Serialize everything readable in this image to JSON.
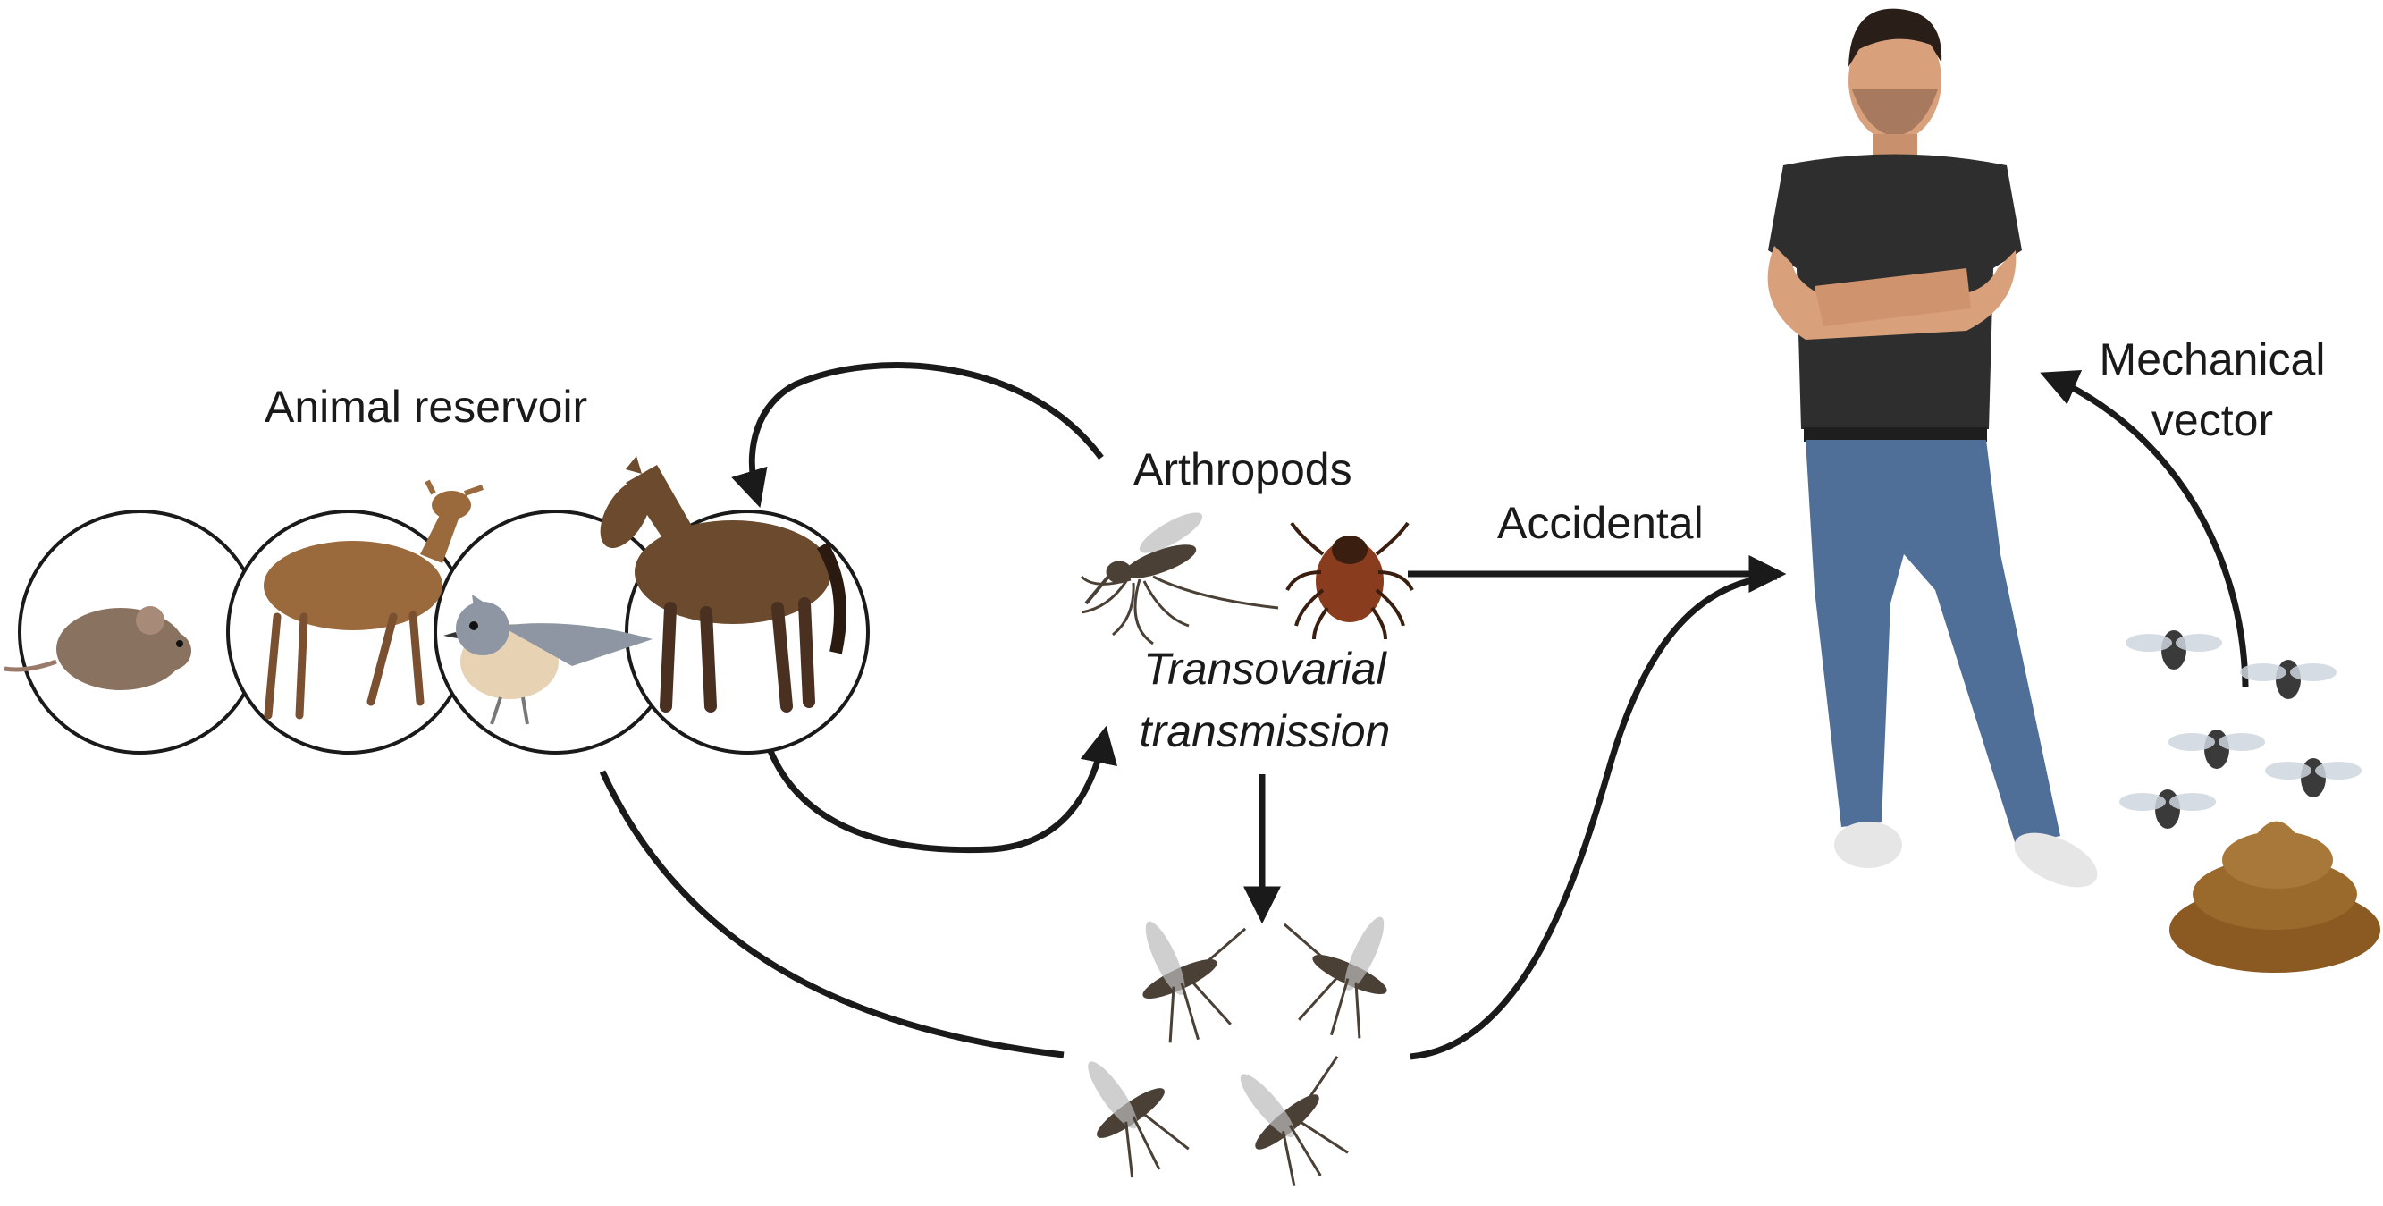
{
  "labels": {
    "animal_reservoir": "Animal reservoir",
    "arthropods": "Arthropods",
    "transovarial_line1": "Transovarial",
    "transovarial_line2": "transmission",
    "accidental": "Accidental",
    "mechanical_line1": "Mechanical",
    "mechanical_line2": "vector"
  },
  "colors": {
    "arrow": "#1a1a1a",
    "circle_stroke": "#1a1a1a",
    "mouse": "#8a7260",
    "deer": "#9a6a3c",
    "bird_gray": "#8e96a4",
    "bird_belly": "#e8d2b4",
    "horse": "#6b4a2e",
    "tick": "#8a3c1e",
    "mosquito": "#4a4036",
    "shirt": "#2e2e2e",
    "jeans": "#4f6e98",
    "skin": "#d9a07c",
    "hair": "#2a1e18",
    "fly": "#3a3a3a",
    "dung": "#8a5a22"
  },
  "icons": [
    "mouse-icon",
    "deer-icon",
    "bird-icon",
    "horse-icon",
    "mosquito-icon",
    "tick-icon",
    "fly-icon",
    "feces-icon",
    "human-figure"
  ]
}
